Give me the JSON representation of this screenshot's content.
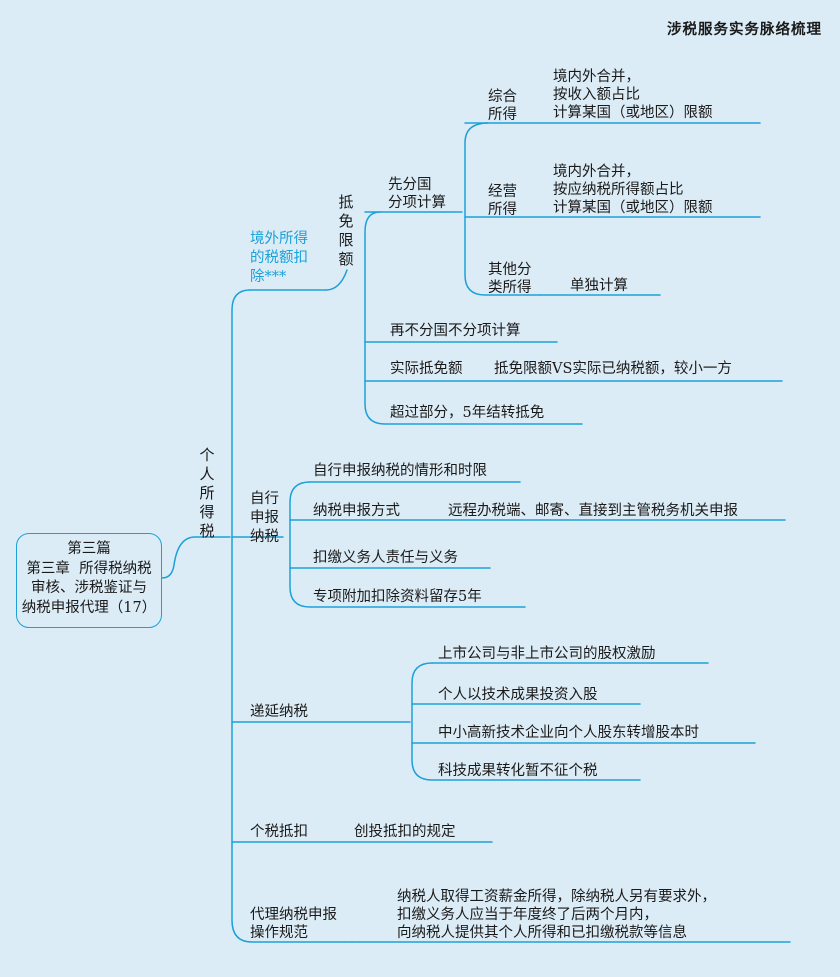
{
  "header": "涉税服务实务脉络梳理",
  "root": "第三篇\n第三章  所得税纳税\n审核、涉税鉴证与\n纳税申报代理（17）",
  "level1": "个人所得税",
  "branches": {
    "foreign_credit": {
      "label": "境外所得\n的税额扣\n除***",
      "credit_limit": {
        "label": "抵免限额",
        "by_country": {
          "label": "先分国\n分项计算",
          "comprehensive": {
            "label": "综合\n所得",
            "text": "境内外合并，\n按收入额占比\n计算某国（或地区）限额"
          },
          "business": {
            "label": "经营\n所得",
            "text": "境内外合并，\n按应纳税所得额占比\n计算某国（或地区）限额"
          },
          "other": {
            "label": "其他分\n类所得",
            "text": "单独计算"
          }
        },
        "no_split": "再不分国不分项计算",
        "actual": {
          "label": "实际抵免额",
          "text": "抵免限额VS实际已纳税额，较小一方"
        },
        "excess": "超过部分，5年结转抵免"
      }
    },
    "self_filing": {
      "label": "自行\n申报\n纳税",
      "items": [
        {
          "label": "自行申报纳税的情形和时限"
        },
        {
          "label": "纳税申报方式",
          "text": "远程办税端、邮寄、直接到主管税务机关申报"
        },
        {
          "label": "扣缴义务人责任与义务"
        },
        {
          "label": "专项附加扣除资料留存5年"
        }
      ]
    },
    "deferred": {
      "label": "递延纳税",
      "items": [
        "上市公司与非上市公司的股权激励",
        "个人以技术成果投资入股",
        "中小高新技术企业向个人股东转增股本时",
        "科技成果转化暂不征个税"
      ]
    },
    "tax_offset": {
      "label": "个税抵扣",
      "text": "创投抵扣的规定"
    },
    "withholding": {
      "label": "代理纳税申报\n操作规范",
      "text": "纳税人取得工资薪金所得，除纳税人另有要求外，\n扣缴义务人应当于年度终了后两个月内，\n向纳税人提供其个人所得和已扣缴税款等信息"
    }
  },
  "colors": {
    "line": "#1ba1d8",
    "background": "#dcecf6",
    "accent_text": "#1ba1d8"
  }
}
